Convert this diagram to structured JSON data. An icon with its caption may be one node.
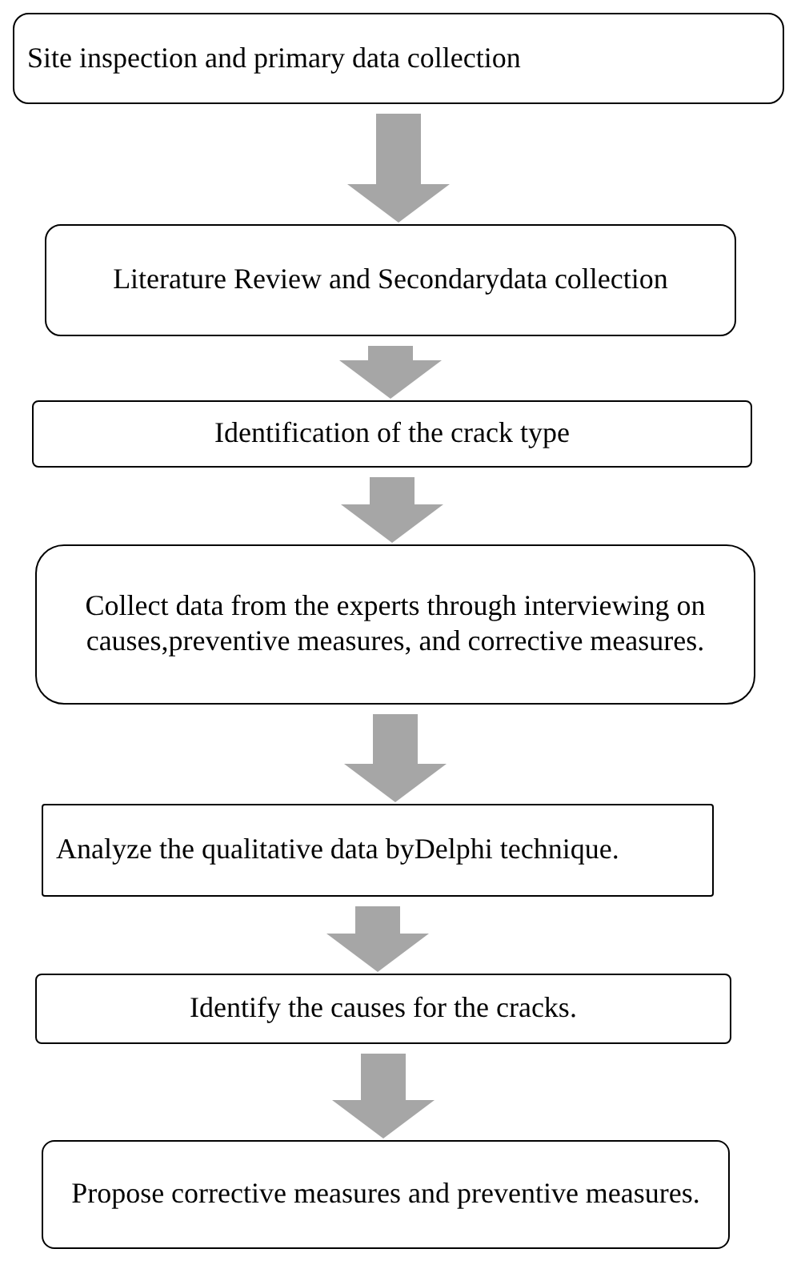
{
  "diagram": {
    "nodes": [
      {
        "text": [
          "Site inspection and primary data collection"
        ]
      },
      {
        "text": [
          "Literature Review and Secondarydata collection"
        ]
      },
      {
        "text": [
          "Identification of the crack type"
        ]
      },
      {
        "text": [
          "Collect data from the experts through interviewing on causes,preventive measures, and corrective measures."
        ]
      },
      {
        "text": [
          "Analyze the qualitative data byDelphi technique."
        ]
      },
      {
        "text": [
          "Identify the causes for the cracks."
        ]
      },
      {
        "text": [
          "Propose corrective measures and preventive measures."
        ]
      }
    ],
    "edges": [
      {
        "from": 0,
        "to": 1,
        "arrow": "to"
      },
      {
        "from": 1,
        "to": 2,
        "arrow": "to"
      },
      {
        "from": 2,
        "to": 3,
        "arrow": "to"
      },
      {
        "from": 3,
        "to": 4,
        "arrow": "to"
      },
      {
        "from": 4,
        "to": 5,
        "arrow": "to"
      },
      {
        "from": 5,
        "to": 6,
        "arrow": "to"
      }
    ]
  }
}
